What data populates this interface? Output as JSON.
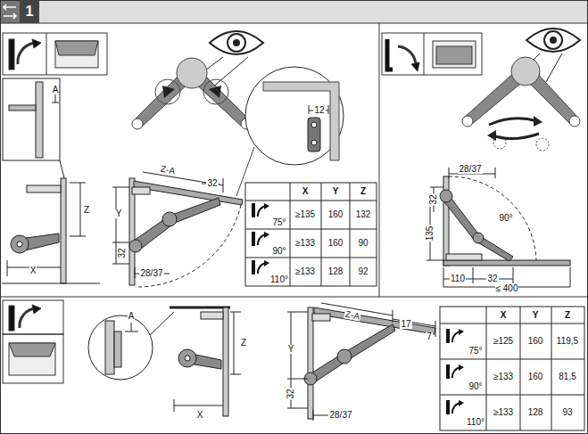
{
  "diagram": {
    "nodes": [
      {
        "text": [
          "1"
        ]
      }
    ],
    "labels": [
      "A",
      "Z",
      "X",
      "Z-A",
      "32",
      "Y",
      "32",
      "28/37",
      "12",
      "X",
      "Y",
      "Z",
      "75°",
      "≥135",
      "160",
      "132",
      "90°",
      "≥133",
      "160",
      "90",
      "110°",
      "≥133",
      "128",
      "92",
      "28/37",
      "32",
      "135",
      "90°",
      "110",
      "32",
      "≤ 400",
      "A",
      "Z",
      "X",
      "Z-A",
      "17",
      "7",
      "Y",
      "32",
      "28/37",
      "X",
      "Y",
      "Z",
      "75°",
      "≥125",
      "160",
      "119,5",
      "90°",
      "≥133",
      "160",
      "81,5",
      "110°",
      "≥133",
      "128",
      "93"
    ]
  }
}
